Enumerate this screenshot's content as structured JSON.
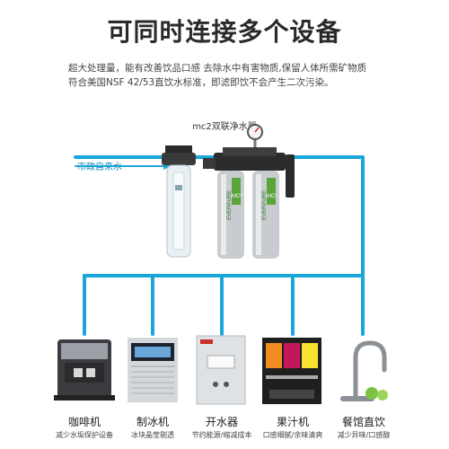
{
  "title": "可同时连接多个设备",
  "intro": {
    "line1": "超大处理量，能有改善饮品口感 去除水中有害物质,保留人体所需矿物质",
    "line2": "符合美国NSF 42/53直饮水标准，即滤即饮不会产生二次污染。"
  },
  "device_label": "mc2双联净水器",
  "inlet_label": "市政自来水",
  "filter_brand": "EVERPURE",
  "filter_model": "MC²",
  "colors": {
    "pipe": "#1aa6d9",
    "steel": "#c8ccd0",
    "label_blue": "#0a83b9"
  },
  "appliances": [
    {
      "name": "咖啡机",
      "desc": "减少水垢保护设备",
      "icon": "coffee-machine-icon"
    },
    {
      "name": "制冰机",
      "desc": "冰块晶莹剔透",
      "icon": "ice-maker-icon"
    },
    {
      "name": "开水器",
      "desc": "节约能源/缩减成本",
      "icon": "water-boiler-icon"
    },
    {
      "name": "果汁机",
      "desc": "口感细腻/余味清爽",
      "icon": "juice-dispenser-icon"
    },
    {
      "name": "餐馆直饮",
      "desc": "减少异味/口感醇",
      "icon": "faucet-icon"
    }
  ]
}
